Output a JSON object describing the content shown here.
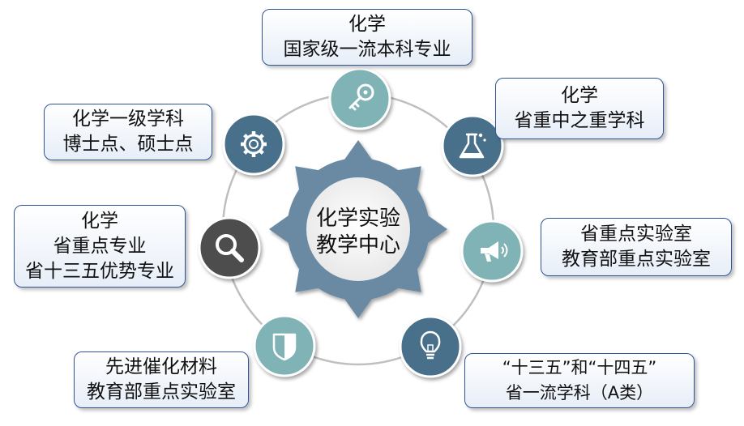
{
  "colors": {
    "teal": "#7fb3b5",
    "steel_blue": "#4a6f8a",
    "dark_gray": "#4d4d4d",
    "ring": "#bfbfbf",
    "gear": "#6a8aa3",
    "box_border": "#2f5597"
  },
  "center": {
    "line1": "化学实验",
    "line2": "教学中心"
  },
  "items": [
    {
      "icon": "key-icon",
      "color": "teal",
      "lines": [
        "化学",
        "国家级一流本科专业"
      ]
    },
    {
      "icon": "flask-icon",
      "color": "steel_blue",
      "lines": [
        "化学",
        "省重中之重学科"
      ]
    },
    {
      "icon": "megaphone-icon",
      "color": "teal",
      "lines": [
        "省重点实验室",
        "教育部重点实验室"
      ]
    },
    {
      "icon": "lightbulb-icon",
      "color": "steel_blue",
      "lines": [
        "“十三五”和“十四五”",
        "省一流学科（A类）"
      ]
    },
    {
      "icon": "shield-icon",
      "color": "teal",
      "lines": [
        "先进催化材料",
        "教育部重点实验室"
      ]
    },
    {
      "icon": "search-icon",
      "color": "dark_gray",
      "lines": [
        "化学",
        "省重点专业",
        "省十三五优势专业"
      ]
    },
    {
      "icon": "gear-icon",
      "color": "steel_blue",
      "lines": [
        "化学一级学科",
        "博士点、硕士点"
      ]
    }
  ]
}
